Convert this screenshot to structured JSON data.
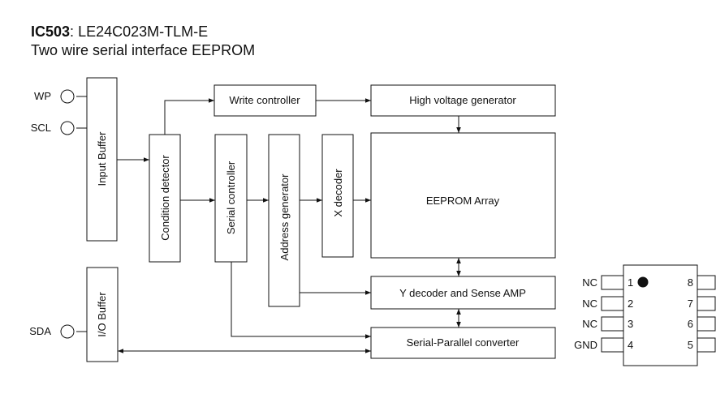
{
  "header": {
    "part_id": "IC503",
    "part_sep": ":",
    "part_number": "LE24C023M-TLM-E",
    "subtitle": "Two wire serial interface EEPROM"
  },
  "pins": {
    "wp": "WP",
    "scl": "SCL",
    "sda": "SDA"
  },
  "blocks": {
    "input_buffer": "Input Buffer",
    "io_buffer": "I/O Buffer",
    "condition_detector": "Condition detector",
    "serial_controller": "Serial controller",
    "address_generator": "Address generator",
    "x_decoder": "X decoder",
    "write_controller": "Write controller",
    "high_voltage_generator": "High voltage generator",
    "eeprom_array": "EEPROM Array",
    "y_decoder": "Y decoder and Sense AMP",
    "serial_parallel": "Serial-Parallel converter"
  },
  "package": {
    "left_labels": [
      "NC",
      "NC",
      "NC",
      "GND"
    ],
    "left_numbers": [
      "1",
      "2",
      "3",
      "4"
    ],
    "right_numbers": [
      "8",
      "7",
      "6",
      "5"
    ]
  }
}
